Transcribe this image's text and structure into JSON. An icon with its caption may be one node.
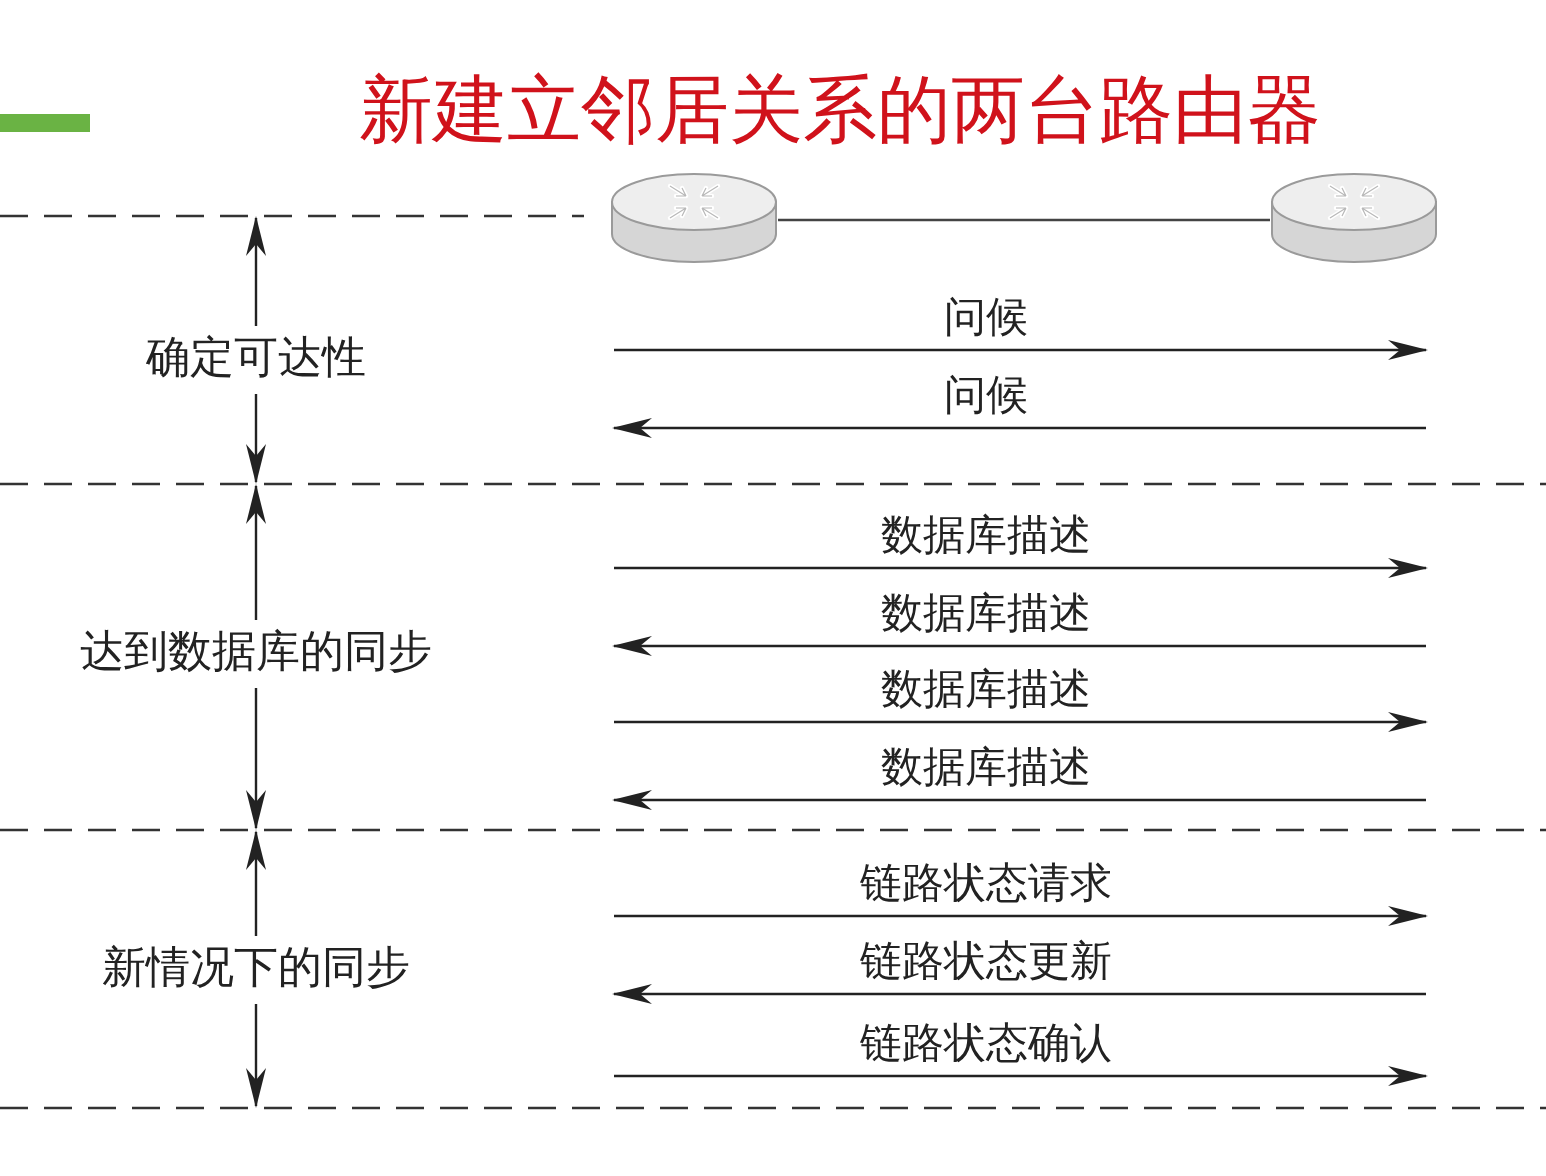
{
  "diagram": {
    "title": "新建立邻居关系的两台路由器",
    "nodes": [
      {
        "text": [],
        "shape": "cylinder"
      },
      {
        "text": [],
        "shape": "cylinder"
      }
    ],
    "edges": [
      {
        "from": 0,
        "to": 1,
        "arrow": "none"
      }
    ],
    "labels": [
      "问候",
      "确定可达性",
      "问候",
      "数据库描述",
      "数据库描述",
      "达到数据库的同步",
      "数据库描述",
      "数据库描述",
      "链路状态请求",
      "链路状态更新",
      "新情况下的同步",
      "链路状态确认"
    ]
  }
}
